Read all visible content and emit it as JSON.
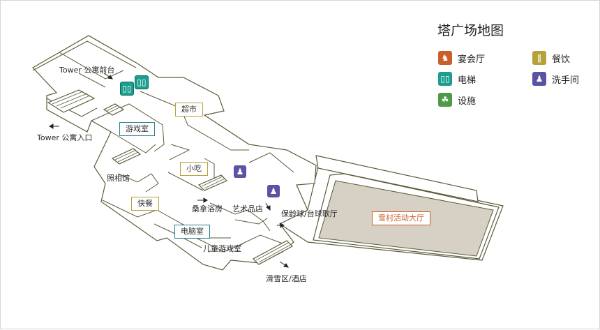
{
  "legend": {
    "title": "塔广场地图",
    "items": [
      {
        "label": "宴会厅",
        "icon": "banquet-icon",
        "color": "#c9602b"
      },
      {
        "label": "餐饮",
        "icon": "dining-icon",
        "color": "#b5a23b"
      },
      {
        "label": "电梯",
        "icon": "elevator-icon",
        "color": "#1b9e8e"
      },
      {
        "label": "洗手间",
        "icon": "restroom-icon",
        "color": "#5b53a3"
      },
      {
        "label": "设施",
        "icon": "facility-icon",
        "color": "#4e9a46"
      }
    ]
  },
  "map": {
    "colors": {
      "wall": "#5b5a3a",
      "floor": "#ffffff",
      "hall_floor": "#d6d1c4",
      "frame": "#d6d6d6"
    },
    "rooms": {
      "tower_lobby": "Tower 公寓前台",
      "tower_entrance": "Tower 公寓入口",
      "supermarket": "超市",
      "game_room": "游戏室",
      "photo_studio": "照相馆",
      "snack": "小吃",
      "fast_food": "快餐",
      "sauna": "桑拿浴房",
      "art_shop": "艺术品店",
      "bowling": "保龄球/台球歌厅",
      "computer_room": "电脑室",
      "kids_room": "儿童游戏室",
      "ski_hotel": "滑雪区/酒店",
      "snow_hall": "雪村活动大厅"
    },
    "box_colors": {
      "facility": "#2c7f8f",
      "dining": "#b5a23b",
      "hall": "#c9602b"
    }
  }
}
